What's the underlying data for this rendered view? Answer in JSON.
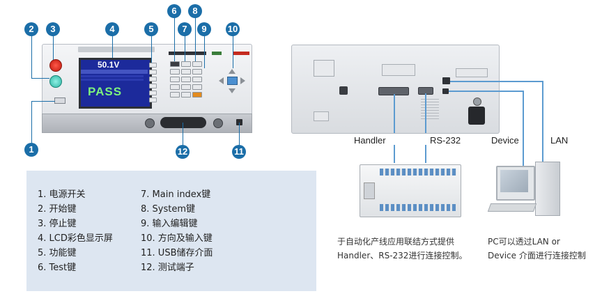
{
  "front_panel": {
    "lcd": {
      "voltage": "50.1V",
      "result": "PASS"
    }
  },
  "callouts": [
    "1",
    "2",
    "3",
    "4",
    "5",
    "6",
    "7",
    "8",
    "9",
    "10",
    "11",
    "12"
  ],
  "back_panel": {
    "ports": {
      "handler": "Handler",
      "rs232": "RS-232",
      "device": "Device",
      "lan": "LAN"
    }
  },
  "legend": {
    "left": [
      "1.  电源开关",
      "2.  开始键",
      "3.  停止键",
      "4.  LCD彩色显示屏",
      "5.  功能键",
      "6.  Test键"
    ],
    "right": [
      "7.  Main index键",
      "8.  System键",
      "9.  输入编辑键",
      "10. 方向及输入键",
      "11. USB储存介面",
      "12. 测试端子"
    ]
  },
  "captions": {
    "automation": [
      "于自动化产线应用联结方式提供",
      "Handler、RS-232进行连接控制。"
    ],
    "pc": [
      "PC可以透过LAN or",
      "Device 介面进行连接控制"
    ]
  },
  "colors": {
    "badge": "#1b6ea8",
    "connector": "#5c9bd0",
    "legend_bg": "#dde6f1",
    "lcd": "#1c2a9b"
  }
}
